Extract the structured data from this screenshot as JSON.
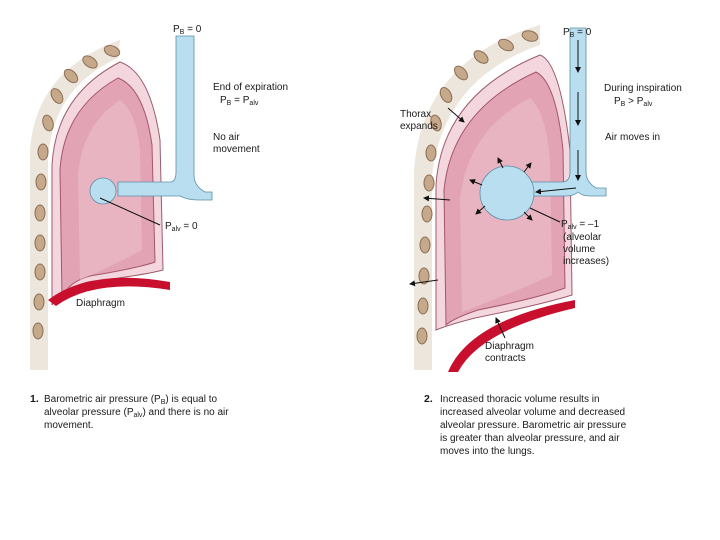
{
  "panel1": {
    "pb_label": "P",
    "pb_sub": "B",
    "pb_value": " = 0",
    "state_title": "End of expiration",
    "state_eq_p1": "P",
    "state_eq_sub1": "B",
    "state_eq_mid": " = P",
    "state_eq_sub2": "alv",
    "air_line1": "No air",
    "air_line2": "movement",
    "palv_label": "P",
    "palv_sub": "alv",
    "palv_value": " = 0",
    "diaphragm": "Diaphragm",
    "caption_num": "1.",
    "caption_line1": "Barometric air pressure (P",
    "caption_line1_sub": "B",
    "caption_line1_end": ") is equal to",
    "caption_line2": "alveolar pressure (P",
    "caption_line2_sub": "alv",
    "caption_line2_end": ") and there is no air",
    "caption_line3": "movement."
  },
  "panel2": {
    "pb_label": "P",
    "pb_sub": "B",
    "pb_value": " = 0",
    "state_title": "During inspiration",
    "state_eq_p1": "P",
    "state_eq_sub1": "B",
    "state_eq_mid": " > P",
    "state_eq_sub2": "alv",
    "air_line1": "Air moves in",
    "thorax_line1": "Thorax",
    "thorax_line2": "expands",
    "palv_label": "P",
    "palv_sub": "alv",
    "palv_value": " = –1",
    "palv_note1": "(alveolar",
    "palv_note2": "volume",
    "palv_note3": "increases)",
    "diaphragm_line1": "Diaphragm",
    "diaphragm_line2": "contracts",
    "caption_num": "2.",
    "caption_line1": "Increased thoracic volume results in",
    "caption_line2": "increased alveolar volume and decreased",
    "caption_line3": "alveolar pressure. Barometric air pressure",
    "caption_line4": "is greater than alveolar pressure, and air",
    "caption_line5": "moves into the lungs."
  },
  "colors": {
    "lung_fill": "#e2a3b4",
    "lung_inner": "#edbfcb",
    "pleura": "#f4d7de",
    "airway": "#b9deef",
    "diaphragm": "#c8102e",
    "rib": "#b89c80",
    "chest_wall": "#ece6dc"
  }
}
